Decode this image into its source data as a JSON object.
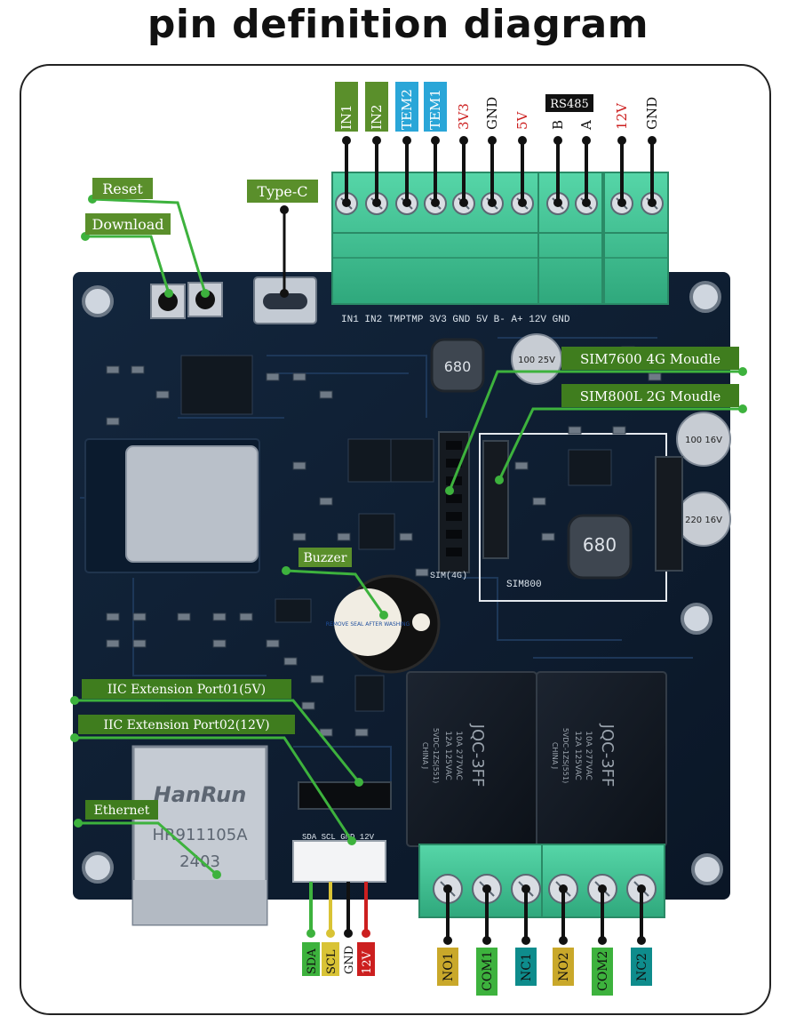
{
  "title": "pin definition diagram",
  "colors": {
    "board": "#0f1f33",
    "terminal": "#46c79a",
    "label_green": "#5a8f2b",
    "label_blue": "#2aa6d8",
    "label_yellow": "#c9a82a",
    "label_teal": "#0e8c8c",
    "label_red_text": "#cc1f1f",
    "leader_green": "#3db23d",
    "leader_black": "#111111"
  },
  "labels": {
    "reset": "Reset",
    "download": "Download",
    "type_c": "Type-C",
    "sim7600": "SIM7600 4G Moudle",
    "sim800l": "SIM800L 2G Moudle",
    "buzzer": "Buzzer",
    "iic1": "IIC Extension Port01(5V)",
    "iic2": "IIC Extension Port02(12V)",
    "ethernet": "Ethernet",
    "rs485": "RS485"
  },
  "top_pins": [
    "IN1",
    "IN2",
    "TEM2",
    "TEM1",
    "3V3",
    "GND",
    "5V",
    "B",
    "A",
    "12V",
    "GND"
  ],
  "bottom_left_pins": [
    "SDA",
    "SCL",
    "GND",
    "12V"
  ],
  "relay_pins": [
    "NO1",
    "COM1",
    "NC1",
    "NO2",
    "COM2",
    "NC2"
  ],
  "board_text": {
    "silk_top": "IN1 IN2 TMPTMP 3V3 GND 5V B- A+ 12V GND",
    "inductor1": "680",
    "inductor2": "680",
    "cap1": "100 25V",
    "cap2": "100 16V",
    "cap3": "220 16V",
    "buzzer_sticker": "REMOVE SEAL AFTER WASHING",
    "rj45_brand": "HanRun",
    "rj45_model": "HR911105A",
    "rj45_code": "2403",
    "relay_brand": "JQC-3FF",
    "relay_spec1": "10A 277VAC",
    "relay_spec2": "12A 125VAC",
    "relay_coil": "5VDC-1ZS(551)",
    "relay_origin": "CHINA J",
    "sim800_silk": "SIM800",
    "sim_socket_silk": "SIM(4G)",
    "iic_silk": "SDA SCL GND 12V"
  }
}
